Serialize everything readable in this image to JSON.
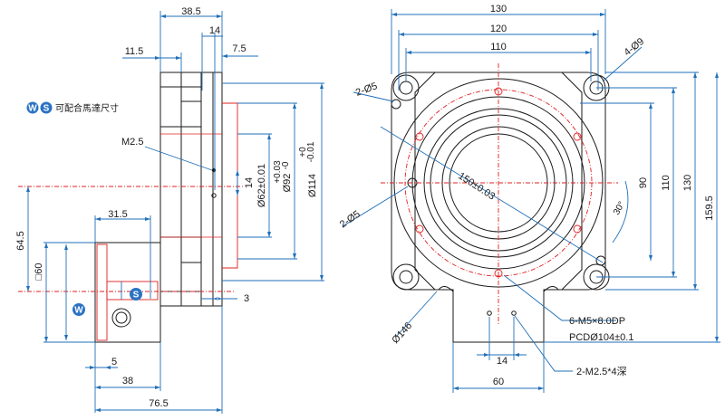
{
  "legend": {
    "badge_w": "W",
    "badge_s": "S",
    "text": "可配合馬達尺寸"
  },
  "side": {
    "d38_5": "38.5",
    "d11_5": "11.5",
    "d14": "14",
    "d7_5": "7.5",
    "m25": "M2.5",
    "d14v": "14",
    "d62": "Ø62±0.01",
    "d92a": "Ø92",
    "d92tol_up": "+0.03",
    "d92tol_dn": "-0",
    "d114a": "Ø114",
    "d114tol_up": "+0",
    "d114tol_dn": "-0.01",
    "d64_5": "64.5",
    "d31_5": "31.5",
    "sq60": "□60",
    "d3": "3",
    "d5": "5",
    "d38": "38",
    "d76_5": "76.5"
  },
  "front": {
    "d130": "130",
    "d120": "120",
    "d110": "110",
    "h4_9": "4-Ø9",
    "h2_5a": "2-Ø5",
    "h2_5b": "2-Ø5",
    "d150": "150±0.03",
    "d90": "90",
    "d110v": "110",
    "d130v": "130",
    "d159_5": "159.5",
    "a30": "30°",
    "d146": "Ø146",
    "m5": "6-M5×8.0DP",
    "pcd": "PCDØ104±0.1",
    "d14": "14",
    "d60": "60",
    "m25": "2-M2.5*4深"
  },
  "colors": {
    "outline": "#1a1a1a",
    "dimension": "#1f6fb8",
    "centerline": "#e02020",
    "badge": "#2b73c4"
  }
}
